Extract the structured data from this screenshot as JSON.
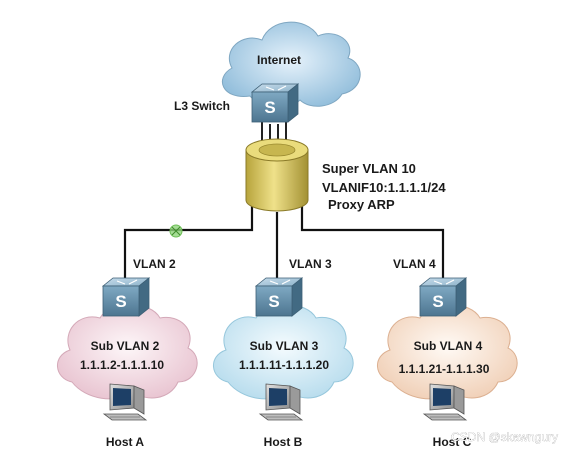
{
  "internet": {
    "label": "Internet"
  },
  "l3_switch": {
    "label": "L3 Switch"
  },
  "super_vlan": {
    "name": "Super VLAN 10",
    "vlanif": "VLANIF10:1.1.1.1/24",
    "feature": "Proxy ARP"
  },
  "links": [
    {
      "label": "VLAN 2"
    },
    {
      "label": "VLAN 3"
    },
    {
      "label": "VLAN 4"
    }
  ],
  "sub_vlans": [
    {
      "name": "Sub VLAN 2",
      "range": "1.1.1.2-1.1.1.10",
      "host": "Host A",
      "cloud_color": "#f3dce4"
    },
    {
      "name": "Sub VLAN 3",
      "range": "1.1.1.11-1.1.1.20",
      "host": "Host B",
      "cloud_color": "#d6edf6"
    },
    {
      "name": "Sub VLAN 4",
      "range": "1.1.1.21-1.1.1.30",
      "host": "Host C",
      "cloud_color": "#f8e6d8"
    }
  ],
  "watermark": "CSDN @skawngury",
  "colors": {
    "internet_cloud": "#a9cde4",
    "switch_body": "#6d9ab5",
    "super_vlan_cylinder": "#d8c865",
    "link_marker": "#8fd47a"
  }
}
